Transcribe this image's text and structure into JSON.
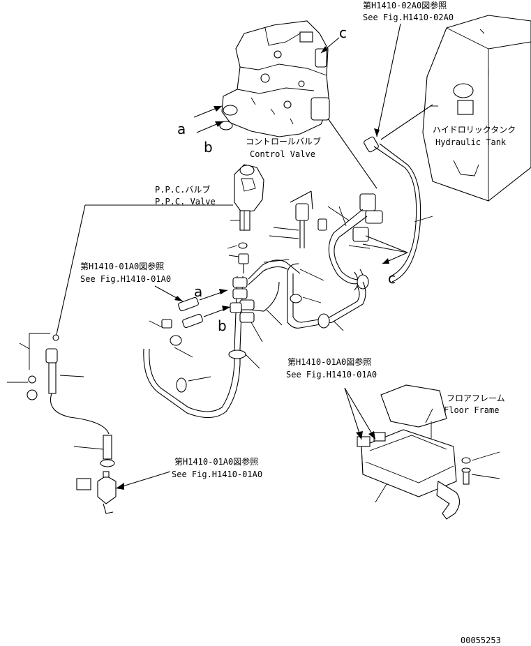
{
  "callouts": {
    "ref_top_jp": "第H1410-02A0図参照",
    "ref_top_en": "See Fig.H1410-02A0",
    "control_valve_jp": "コントロールバルブ",
    "control_valve_en": "Control Valve",
    "hydraulic_tank_jp": "ハイドロリックタンク",
    "hydraulic_tank_en": "Hydraulic Tank",
    "ppc_valve_jp": "P.P.C.バルブ",
    "ppc_valve_en": "P.P.C. Valve",
    "ref_mid_jp": "第H1410-01A0図参照",
    "ref_mid_en": "See Fig.H1410-01A0",
    "ref_right_jp": "第H1410-01A0図参照",
    "ref_right_en": "See Fig.H1410-01A0",
    "floor_frame_jp": "フロアフレーム",
    "floor_frame_en": "Floor Frame",
    "ref_bottom_jp": "第H1410-01A0図参照",
    "ref_bottom_en": "See Fig.H1410-01A0"
  },
  "port_letters": {
    "a_top": "a",
    "b_top": "b",
    "c_top": "c",
    "a_mid": "a",
    "b_mid": "b",
    "c_right": "c"
  },
  "drawing_number": "00055253"
}
